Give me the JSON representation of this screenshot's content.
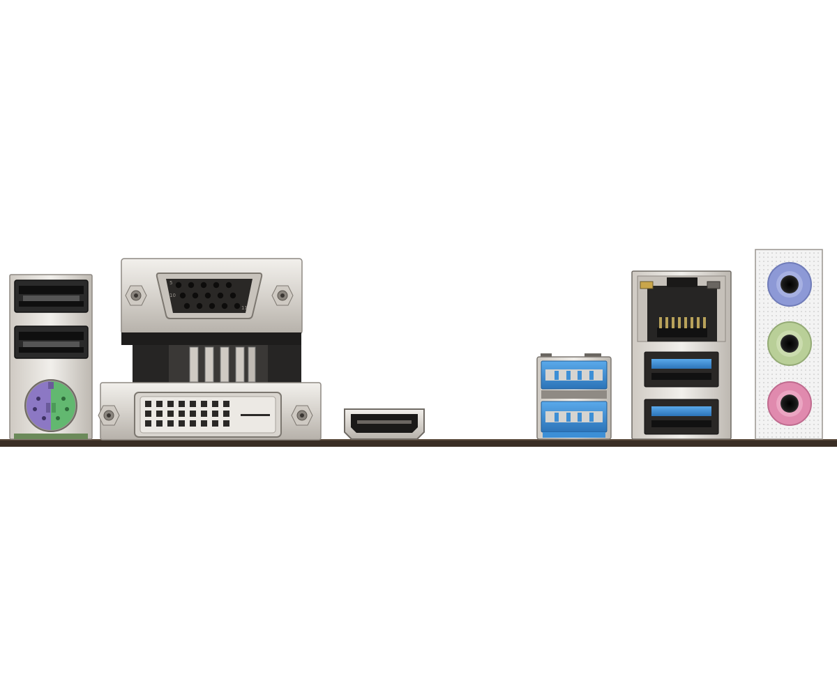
{
  "scene": {
    "subject": "motherboard-rear-io-panel",
    "colors": {
      "background": "#ffffff",
      "pcb": "#3a2e25",
      "metal_light": "#e4e1dc",
      "metal_mid": "#b9b4ad",
      "metal_dark": "#7c7770",
      "usb3_blue": "#3d8fd6",
      "ps2_purple": "#8c78c4",
      "ps2_green": "#62b870",
      "audio_blue": "#8d99d6",
      "audio_green": "#b9cf98",
      "audio_pink": "#e08aae",
      "usb2_black": "#1a1a1a"
    },
    "vga_pin_labels": {
      "pin5": "5",
      "pin10": "10",
      "pin11": "11"
    }
  }
}
